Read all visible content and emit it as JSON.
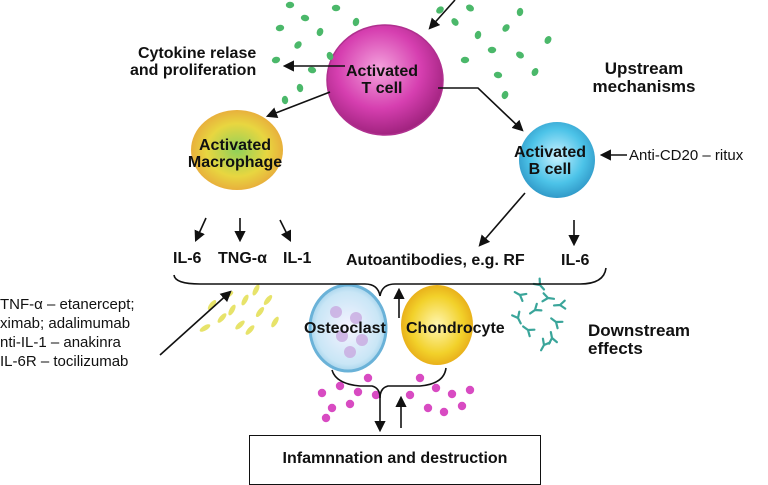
{
  "cells": {
    "t_cell": [
      "Activated",
      "T cell"
    ],
    "macrophage": [
      "Activated",
      "Macrophage"
    ],
    "b_cell": [
      "Activated",
      "B cell"
    ],
    "osteoclast": "Osteoclast",
    "chondrocyte": "Chondrocyte"
  },
  "labels": {
    "cytokine": [
      "Cytokine relase",
      "and proliferation"
    ],
    "upstream": [
      "Upstream",
      "mechanisms"
    ],
    "downstream": [
      "Downstream",
      "effects"
    ],
    "il6_left": "IL-6",
    "tng": "TNG-α",
    "il1": "IL-1",
    "autoantibodies": "Autoantibodies, e.g. RF",
    "il6_right": "IL-6",
    "outcome": "Infamnnation and destruction"
  },
  "drugs": {
    "anti_cd20": "Anti-CD20 – ritux",
    "list": [
      "TNF-α – etanercept;",
      "ximab; adalimumab",
      "nti-IL-1 – anakinra",
      "IL-6R – tocilizumab"
    ]
  },
  "colors": {
    "t_cell": "#d63fb0",
    "macrophage": "#e8d640",
    "b_cell": "#4cc3e8",
    "osteoclast": "#9ad0ea",
    "chondrocyte": "#f2d12a",
    "cytokine_dots": "#4bb86a",
    "autoantibody_dots": "#3aa59a",
    "yellow_particles": "#e7e36a",
    "magenta_dots": "#d84bc2"
  }
}
